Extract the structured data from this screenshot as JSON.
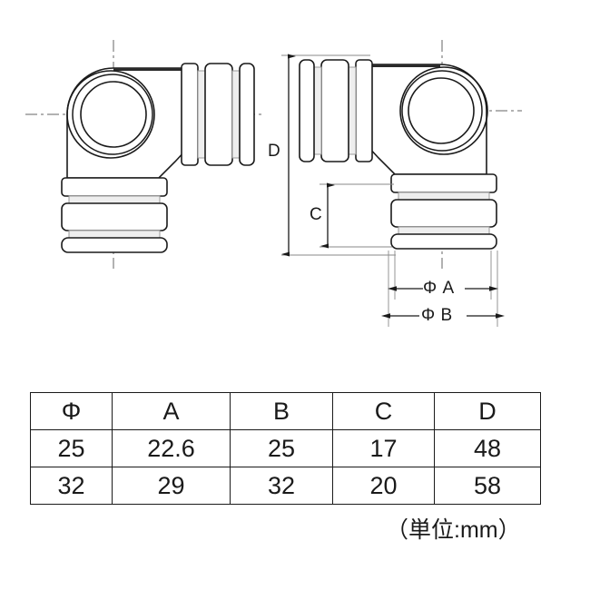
{
  "drawing": {
    "title": "90-degree elbow pipe fitting dimension drawing",
    "views": [
      {
        "name": "left-elbow-view",
        "orientation": "outlet-right-and-down"
      },
      {
        "name": "right-elbow-view",
        "orientation": "outlet-left-and-down"
      }
    ],
    "dimension_labels": {
      "d": "D",
      "c": "C",
      "phi_a": "Φ A",
      "phi_b": "Φ B"
    },
    "line_color": "#1a1a1a",
    "centerline_color": "#555555",
    "shade_color": "#e9e9e9"
  },
  "table": {
    "headers": [
      "Φ",
      "A",
      "B",
      "C",
      "D"
    ],
    "rows": [
      [
        "25",
        "22.6",
        "25",
        "17",
        "48"
      ],
      [
        "32",
        "29",
        "32",
        "20",
        "58"
      ]
    ]
  },
  "unit_note": "（単位:mm）",
  "chart_data": {
    "type": "table",
    "title": "Elbow fitting dimensions",
    "columns": [
      "Φ",
      "A",
      "B",
      "C",
      "D"
    ],
    "rows": [
      {
        "phi": 25,
        "A": 22.6,
        "B": 25,
        "C": 17,
        "D": 48
      },
      {
        "phi": 32,
        "A": 29,
        "B": 32,
        "C": 20,
        "D": 58
      }
    ],
    "units": "mm",
    "annotations": [
      "D",
      "C",
      "Φ A",
      "Φ B",
      "（単位:mm）"
    ]
  }
}
